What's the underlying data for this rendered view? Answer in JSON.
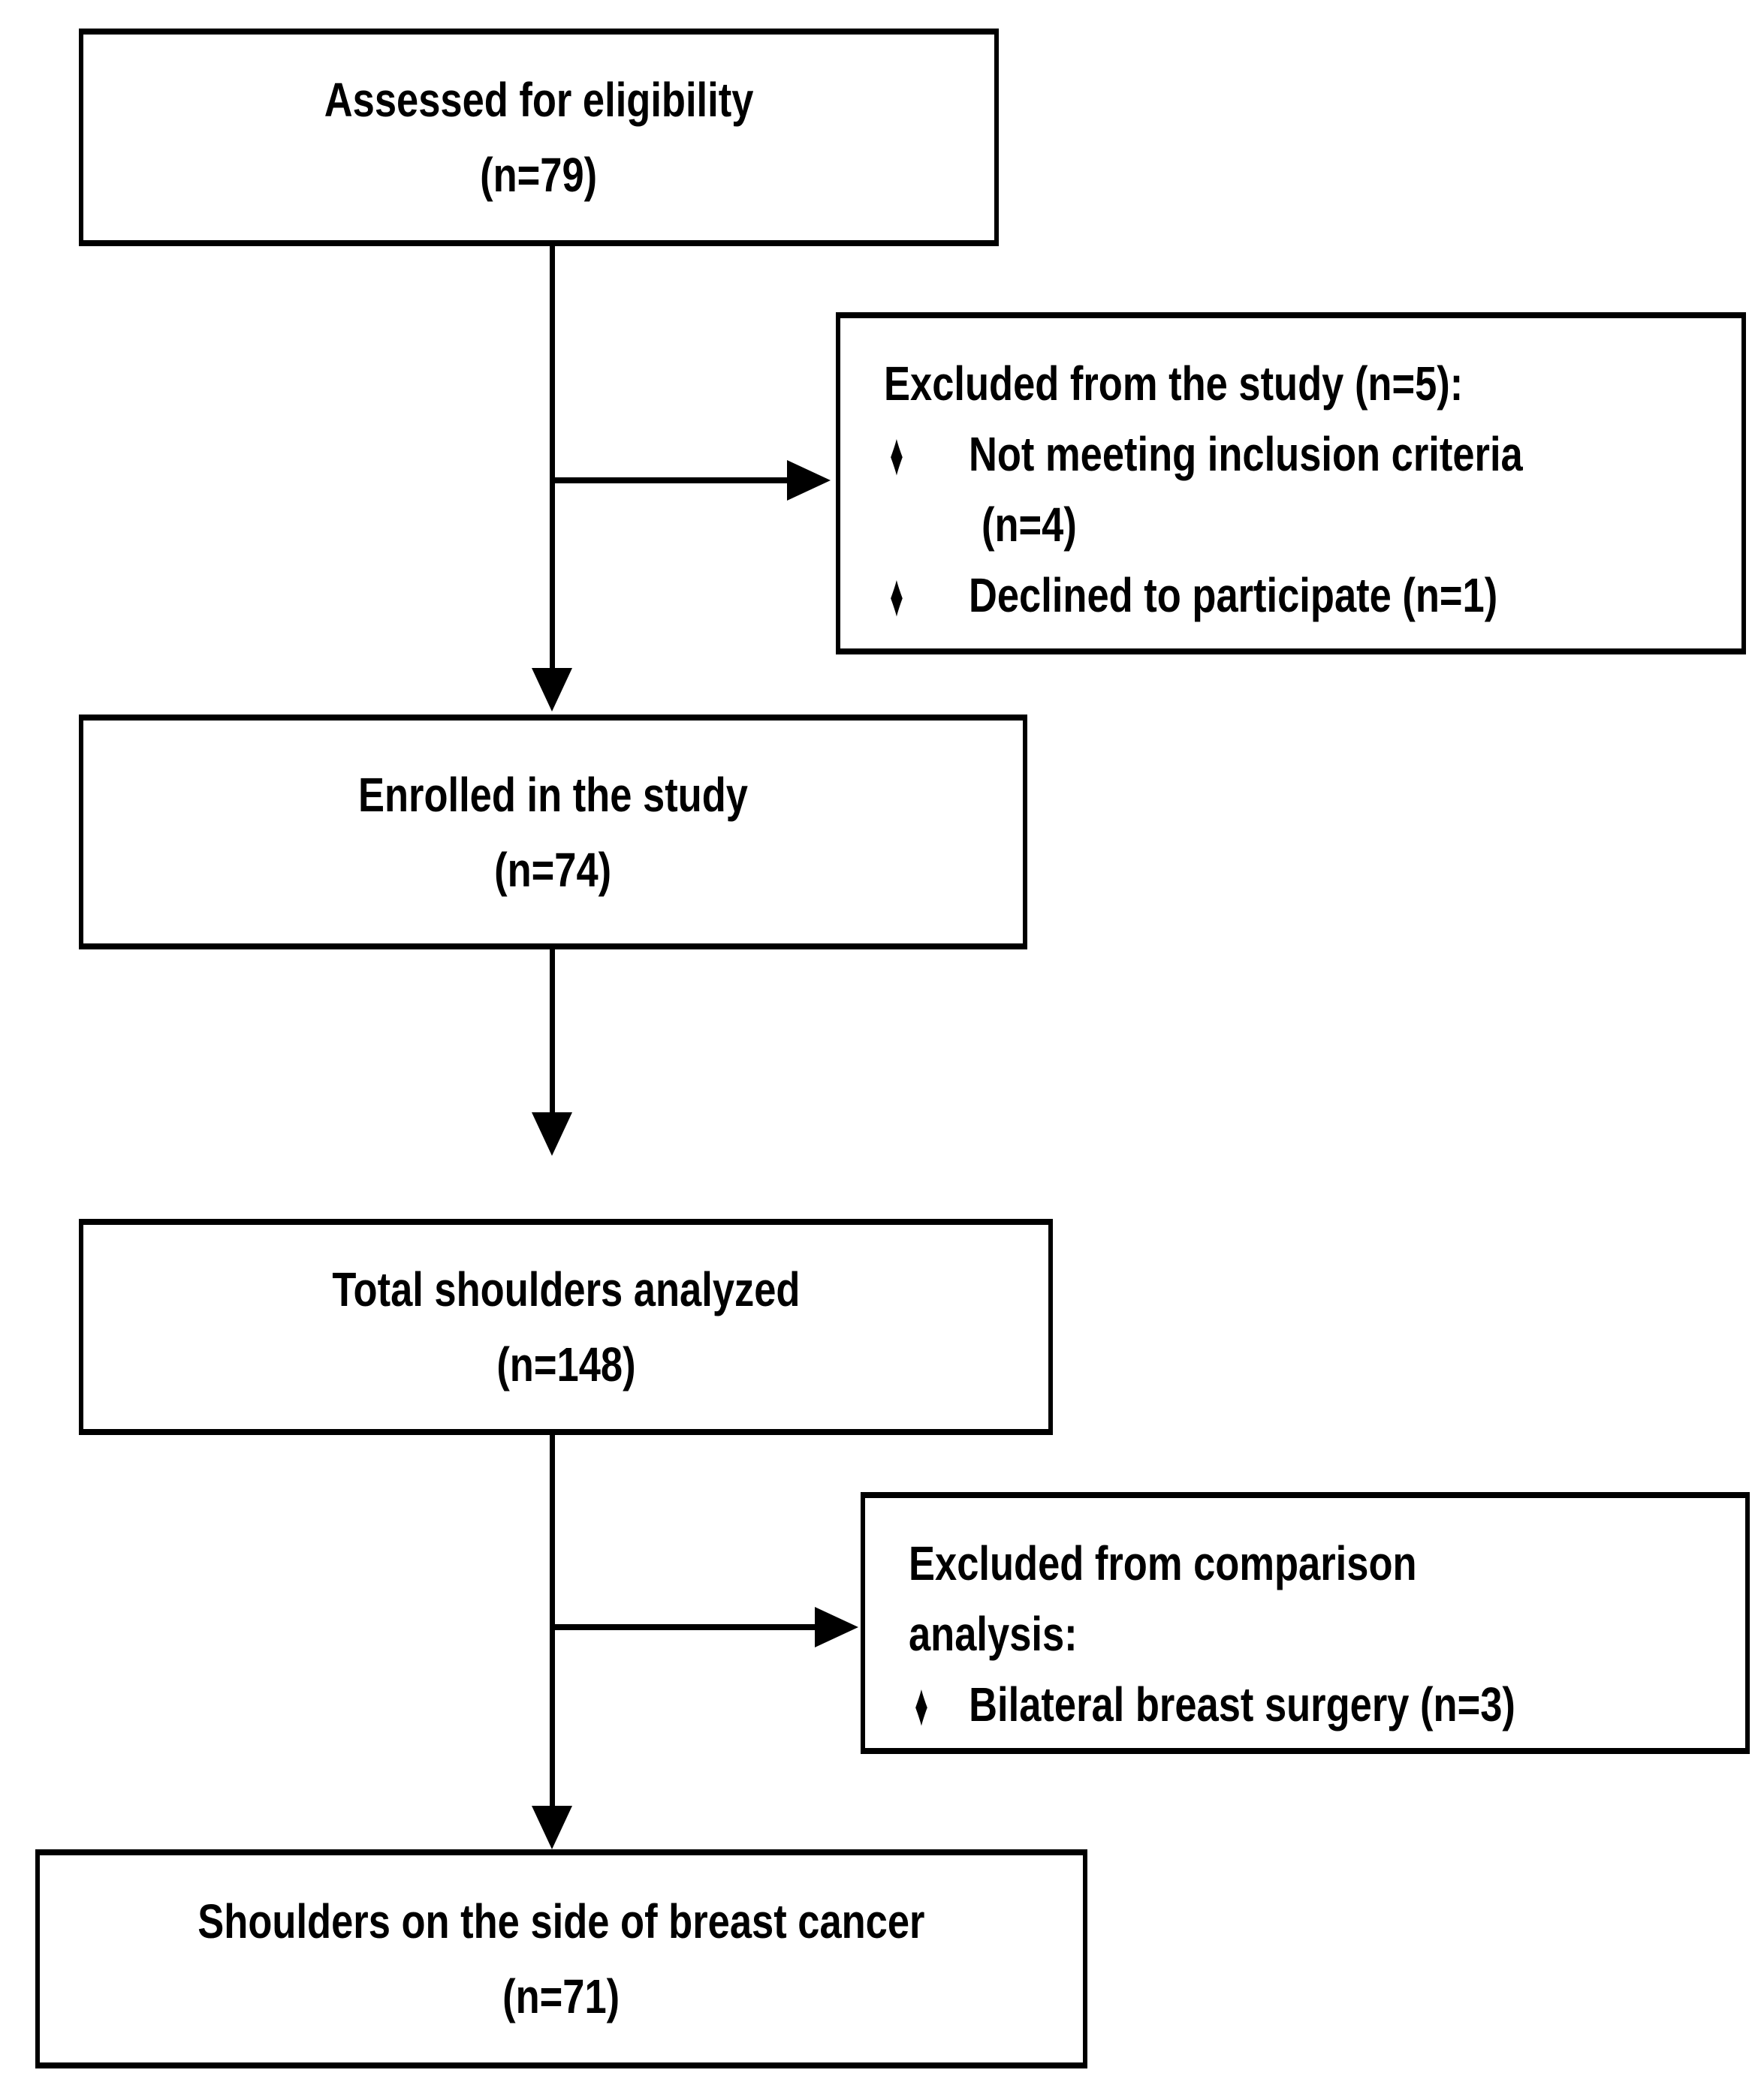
{
  "diagram": {
    "background": "#ffffff",
    "stroke_color": "#000000",
    "bullet_glyph": "♦",
    "boxes": {
      "assessed": {
        "lines": [
          "Assessed for eligibility",
          "(n=79)"
        ]
      },
      "excluded_study": {
        "heading": "Excluded from the study (n=5):",
        "bullets": [
          {
            "label": "Not meeting inclusion criteria",
            "sub": "(n=4)"
          },
          {
            "label": "Declined to participate (n=1)"
          }
        ]
      },
      "enrolled": {
        "lines": [
          "Enrolled in the study",
          "(n=74)"
        ]
      },
      "total_shoulders": {
        "lines": [
          "Total shoulders analyzed",
          "(n=148)"
        ]
      },
      "excluded_comparison": {
        "heading_lines": [
          "Excluded from comparison",
          "analysis:"
        ],
        "bullets": [
          {
            "label": "Bilateral breast surgery (n=3)"
          }
        ]
      },
      "shoulders_cancer_side": {
        "lines": [
          "Shoulders on the side of breast cancer",
          "(n=71)"
        ]
      }
    }
  }
}
